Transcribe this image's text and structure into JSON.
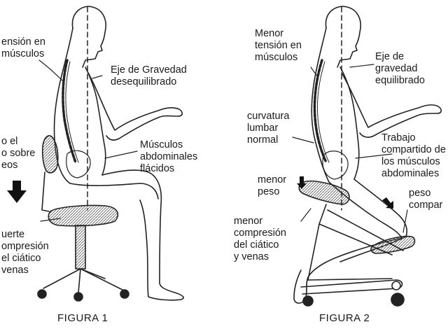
{
  "figure1": {
    "caption": "FIGURA 1",
    "labels": {
      "tension": [
        "ensión en",
        "músculos"
      ],
      "gravity": [
        "Eje de Gravedad",
        "desequilibrado"
      ],
      "abdominal": [
        "Músculos",
        "abdominales",
        "flácidos"
      ],
      "weight": [
        "o el",
        "o sobre",
        "eos"
      ],
      "compression": [
        "uerte",
        "ompresión",
        "el ciático",
        "venas"
      ]
    }
  },
  "figure2": {
    "caption": "FIGURA 2",
    "labels": {
      "tension": [
        "Menor",
        "tensión en",
        "músculos"
      ],
      "gravity": [
        "Eje de",
        "gravedad",
        "equilibrado"
      ],
      "lumbar": [
        "curvatura",
        "lumbar",
        "normal"
      ],
      "shared": [
        "Trabajo",
        "compartido de",
        "los músculos",
        "abdominales"
      ],
      "less_weight": [
        "menor",
        "peso"
      ],
      "shared_weight": [
        "peso",
        "compar"
      ],
      "less_compression": [
        "menor",
        "compresión",
        "del ciático",
        "y venas"
      ]
    }
  }
}
